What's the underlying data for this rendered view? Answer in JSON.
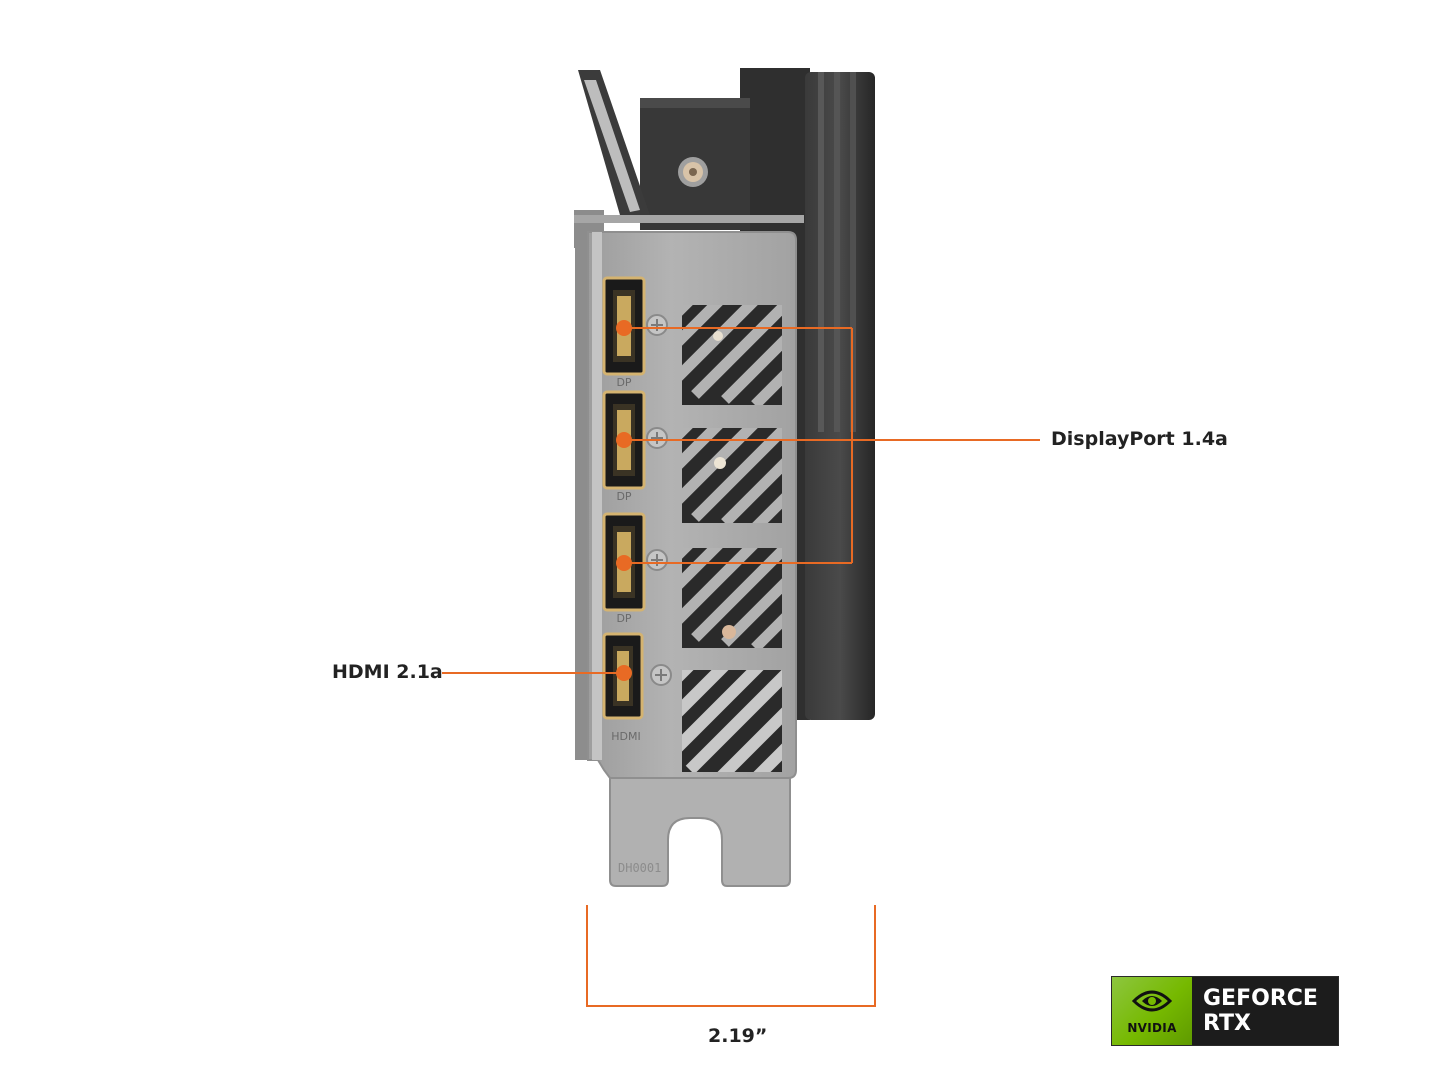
{
  "callouts": {
    "displayport_label": "DisplayPort 1.4a",
    "hdmi_label": "HDMI 2.1a",
    "dimension_label": "2.19”"
  },
  "port_markings": {
    "dp": "DP",
    "hdmi": "HDMI"
  },
  "bracket_stamp": "DH0001",
  "badge": {
    "brand": "NVIDIA",
    "line1": "GEFORCE",
    "line2": "RTX"
  },
  "colors": {
    "callout": "#e86a24",
    "bracket": "#a9a9a9",
    "cooler": "#2b2b2b",
    "port_gold": "#d4b370",
    "nvidia_green": "#76b900"
  },
  "icons": [
    "nvidia-eye-icon",
    "screw-icon"
  ]
}
